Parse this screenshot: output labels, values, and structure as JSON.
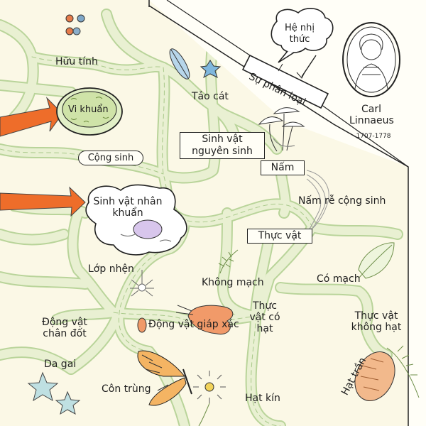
{
  "labels": {
    "huu_tinh": "Hữu tính",
    "vi_khuan": "Vi khuẩn",
    "tao_cat": "Tảo cát",
    "he_nhi_thuc": "Hệ nhị thức",
    "su_phan_loai": "Sự phân loại",
    "linnaeus_name": "Carl Linnaeus",
    "linnaeus_years": "1707-1778",
    "sinh_vat_nguyen_sinh": "Sinh vật nguyên sinh",
    "nam": "Nấm",
    "cong_sinh": "Cộng sinh",
    "sinh_vat_nhan_khuan": "Sinh vật nhân khuẩn",
    "nam_re_cong_sinh": "Nấm rễ cộng sinh",
    "thuc_vat": "Thực vật",
    "lop_nhen": "Lớp nhện",
    "khong_mach": "Không mạch",
    "co_mach": "Có mạch",
    "dong_vat_chan_dot": "Động vật chân đốt",
    "dong_vat_giap_xac": "Động vật giáp xác",
    "thuc_vat_co_hat": "Thực vật có hạt",
    "thuc_vat_khong_hat": "Thực vật không hạt",
    "da_gai": "Da gai",
    "con_trung": "Côn trùng",
    "hat_kin": "Hạt kín",
    "hat_tran": "Hạt trần"
  },
  "colors": {
    "background": "#fbf8e6",
    "path_fill": "#e9f0d2",
    "path_edge": "#b9d49a",
    "arrow": "#ee6d2a",
    "ink": "#1f1f1f"
  },
  "icons": [
    "gamete-dots-icon",
    "bacteria-petri-icon",
    "diatom-icon",
    "mushroom-icon",
    "portrait-medallion-icon",
    "cell-icon",
    "spider-icon",
    "fern-sprig-icon",
    "leaf-icon",
    "shrimp-icon",
    "butterfly-icon",
    "daisy-icon",
    "starfish-icon",
    "pinecone-icon"
  ]
}
